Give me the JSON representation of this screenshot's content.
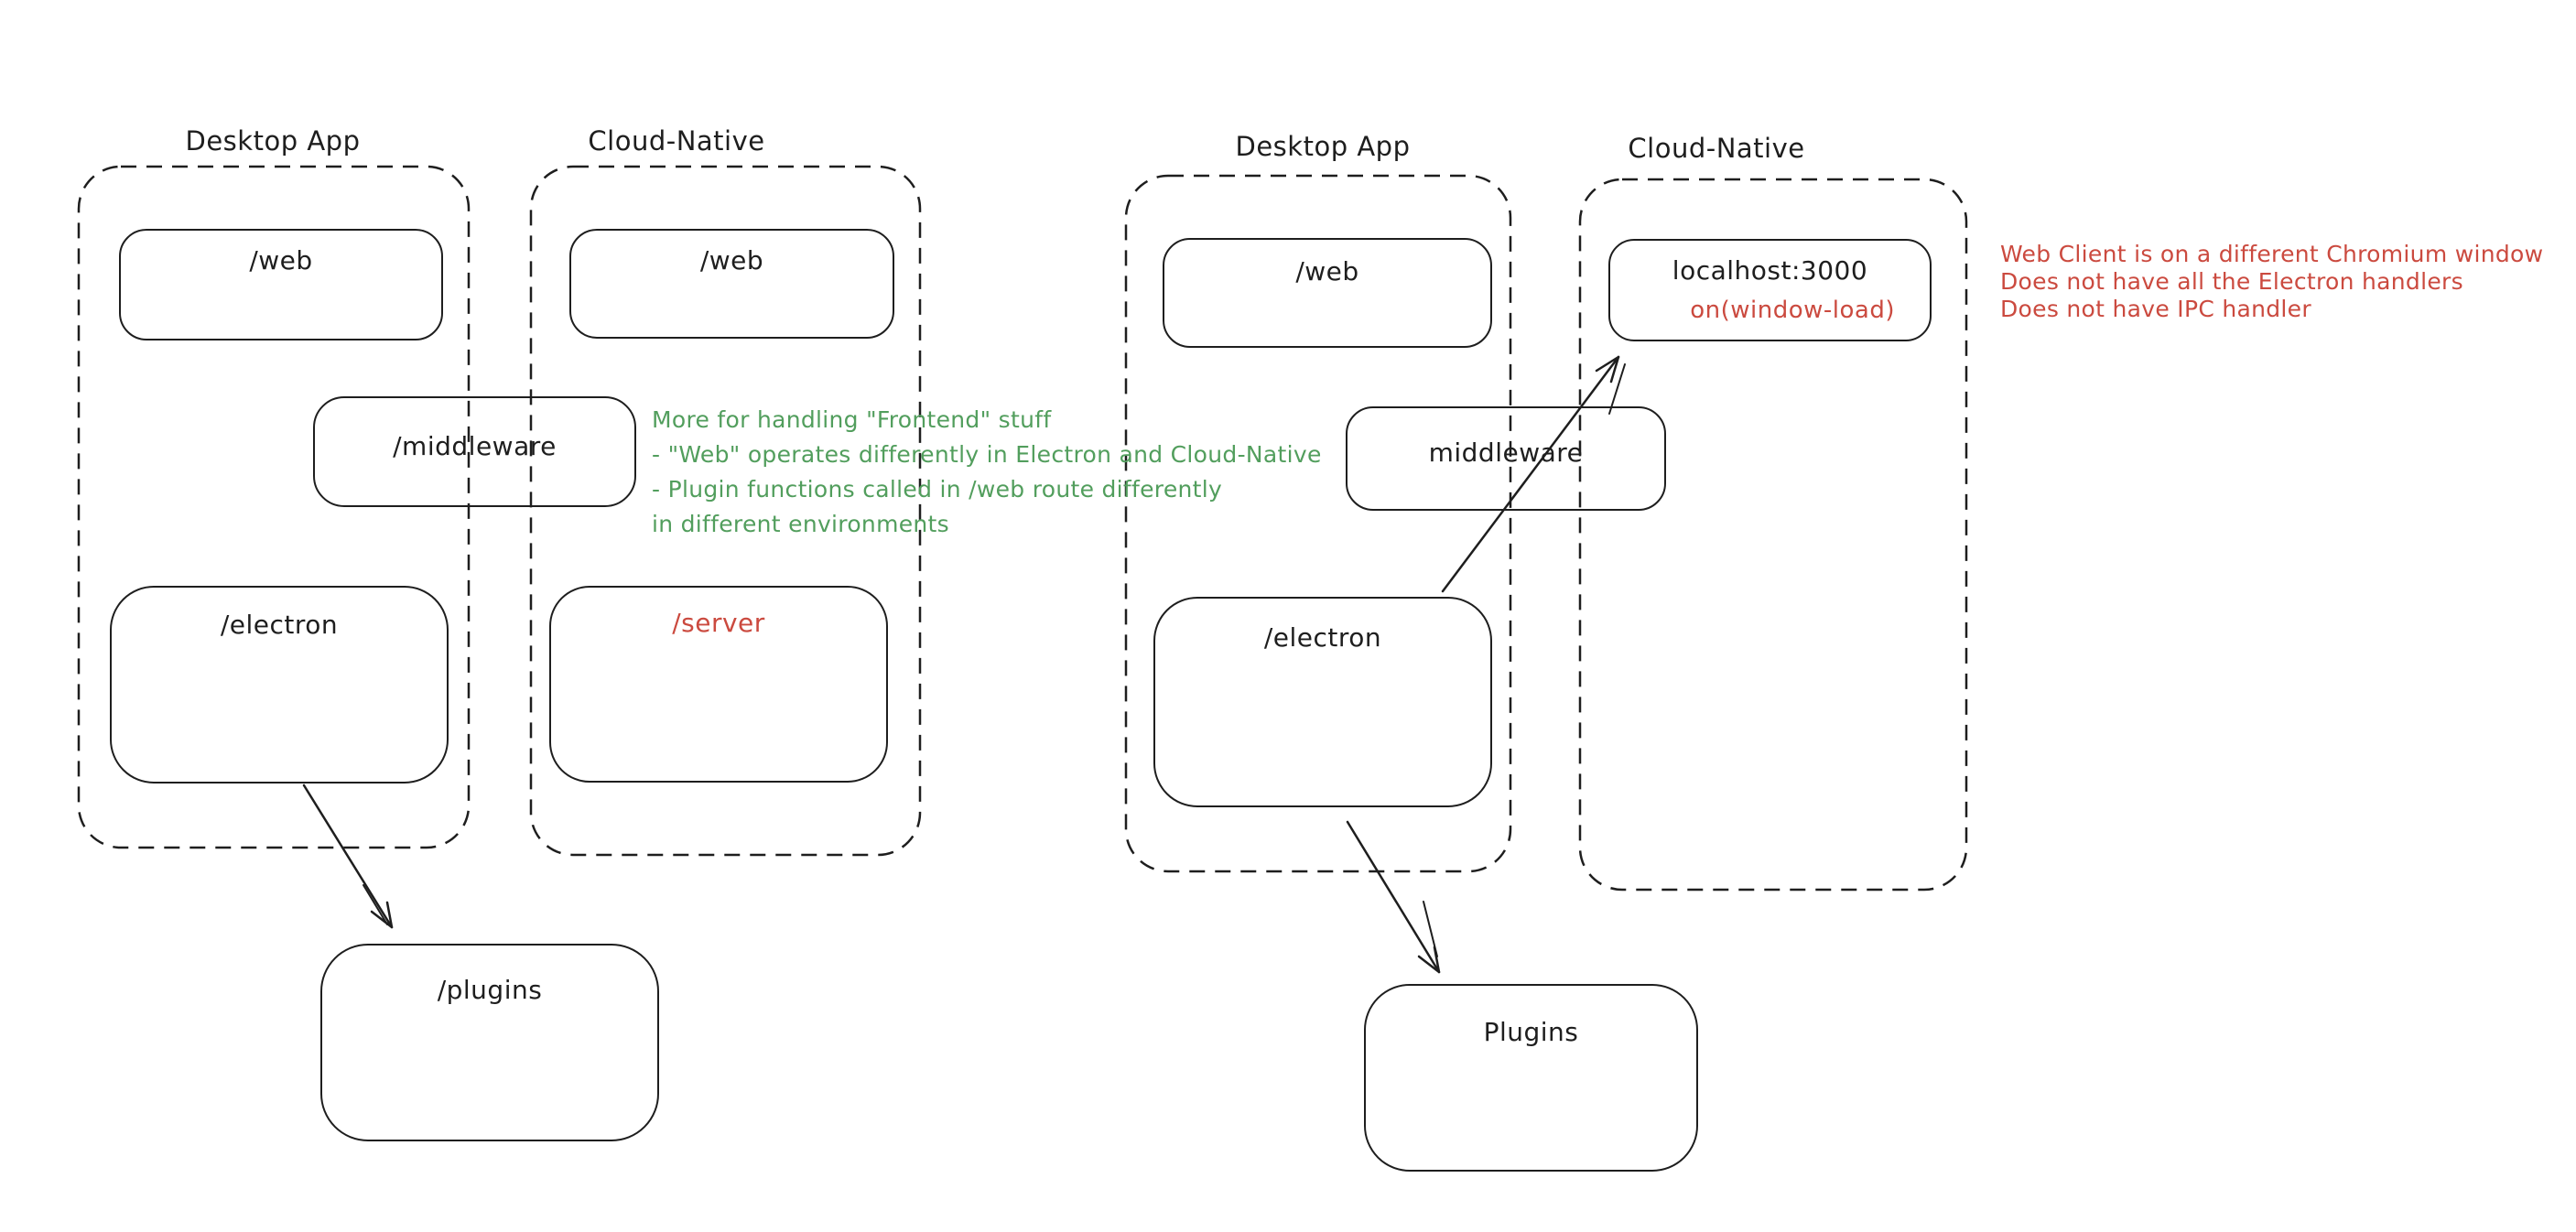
{
  "left": {
    "desktop_label": "Desktop App",
    "cloud_label": "Cloud-Native",
    "boxes": {
      "web_desktop": "/web",
      "web_cloud": "/web",
      "middleware": "/middleware",
      "electron": "/electron",
      "server": "/server",
      "plugins": "/plugins"
    },
    "green_note": {
      "lines": [
        "More for handling \"Frontend\" stuff",
        "- \"Web\" operates differently in Electron and Cloud-Native",
        "- Plugin functions called in /web route differently",
        "in different environments"
      ]
    }
  },
  "right": {
    "desktop_label": "Desktop App",
    "cloud_label": "Cloud-Native",
    "boxes": {
      "web": "/web",
      "localhost": "localhost:3000",
      "localhost_sub": "on(window-load)",
      "middleware": "middleware",
      "electron": "/electron",
      "plugins": "Plugins"
    },
    "red_note": {
      "lines": [
        "Web Client is on a different Chromium window",
        "Does not have all the Electron handlers",
        "Does not have IPC handler"
      ]
    }
  },
  "colors": {
    "ink": "#1e1e1e",
    "green": "#529e5d",
    "red": "#cb4a3f",
    "background": "#ffffff"
  }
}
